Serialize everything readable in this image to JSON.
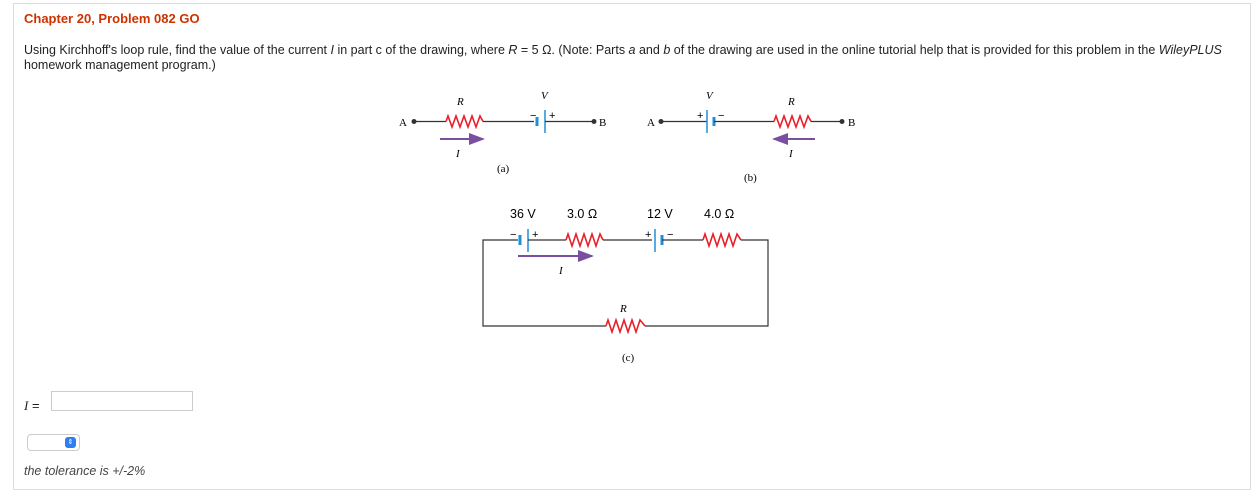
{
  "header": {
    "title": "Chapter 20, Problem 082 GO"
  },
  "question": {
    "part1": "Using Kirchhoff's loop rule, find the value of the current ",
    "var_I": "I",
    "part2": " in part c of the drawing, where ",
    "var_R": "R",
    "part3": " = 5 Ω. (Note: Parts ",
    "var_a": "a",
    "part4": " and ",
    "var_b": "b",
    "part5": " of the drawing are used in the online tutorial help that is provided for this problem in the ",
    "wiley": "WileyPLUS",
    "part6": " homework management program.)"
  },
  "diagram": {
    "a": {
      "caption": "(a)",
      "left_node": "A",
      "right_node": "B",
      "resistor": "R",
      "battery": "V",
      "current": "I",
      "minus": "−",
      "plus": "+"
    },
    "b": {
      "caption": "(b)",
      "left_node": "A",
      "right_node": "B",
      "resistor": "R",
      "battery": "V",
      "current": "I",
      "minus": "−",
      "plus": "+"
    },
    "c": {
      "caption": "(c)",
      "battery1": "36 V",
      "resistor1": "3.0 Ω",
      "battery2": "12 V",
      "resistor2": "4.0 Ω",
      "resistor3": "R",
      "current": "I",
      "minus": "−",
      "plus": "+"
    },
    "colors": {
      "resistor": "#e8202a",
      "battery": "#1e8fd8",
      "arrow": "#7b4fa0",
      "wire": "#333333"
    }
  },
  "answer": {
    "label": "I",
    "equals": " =",
    "value": "",
    "unit_selected": ""
  },
  "tolerance": "the tolerance is +/-2%"
}
